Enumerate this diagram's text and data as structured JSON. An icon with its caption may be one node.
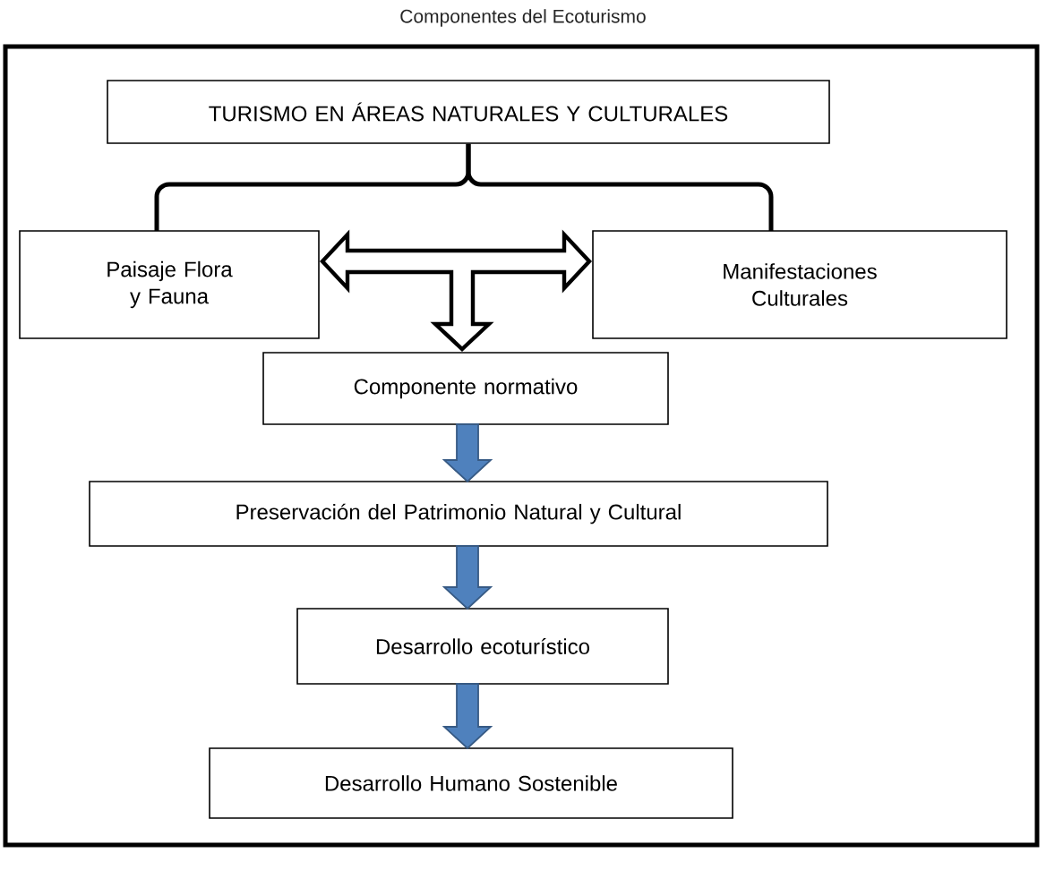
{
  "diagram": {
    "title": "Componentes del Ecoturismo",
    "nodes": [
      {
        "text": [
          "TURISMO EN ÁREAS NATURALES Y CULTURALES"
        ]
      },
      {
        "text": [
          "Paisaje Flora y Fauna"
        ]
      },
      {
        "text": [
          "Manifestaciones Culturales"
        ]
      },
      {
        "text": [
          "Componente normativo"
        ]
      },
      {
        "text": [
          "Preservación del Patrimonio Natural y Cultural"
        ]
      },
      {
        "text": [
          "Desarrollo ecoturístico"
        ]
      },
      {
        "text": [
          "Desarrollo Humano Sostenible"
        ]
      }
    ],
    "edges": [
      {
        "from": 0,
        "to": 1,
        "arrow": "none"
      },
      {
        "from": 0,
        "to": 2,
        "arrow": "none"
      },
      {
        "from": 1,
        "to": 2,
        "arrow": "both"
      },
      {
        "from": null,
        "to": 3,
        "arrow": "to"
      },
      {
        "from": 3,
        "to": 4,
        "arrow": "to",
        "color": "#4f81bd"
      },
      {
        "from": 4,
        "to": 5,
        "arrow": "to",
        "color": "#4f81bd"
      },
      {
        "from": 5,
        "to": 6,
        "arrow": "to",
        "color": "#4f81bd"
      }
    ]
  }
}
